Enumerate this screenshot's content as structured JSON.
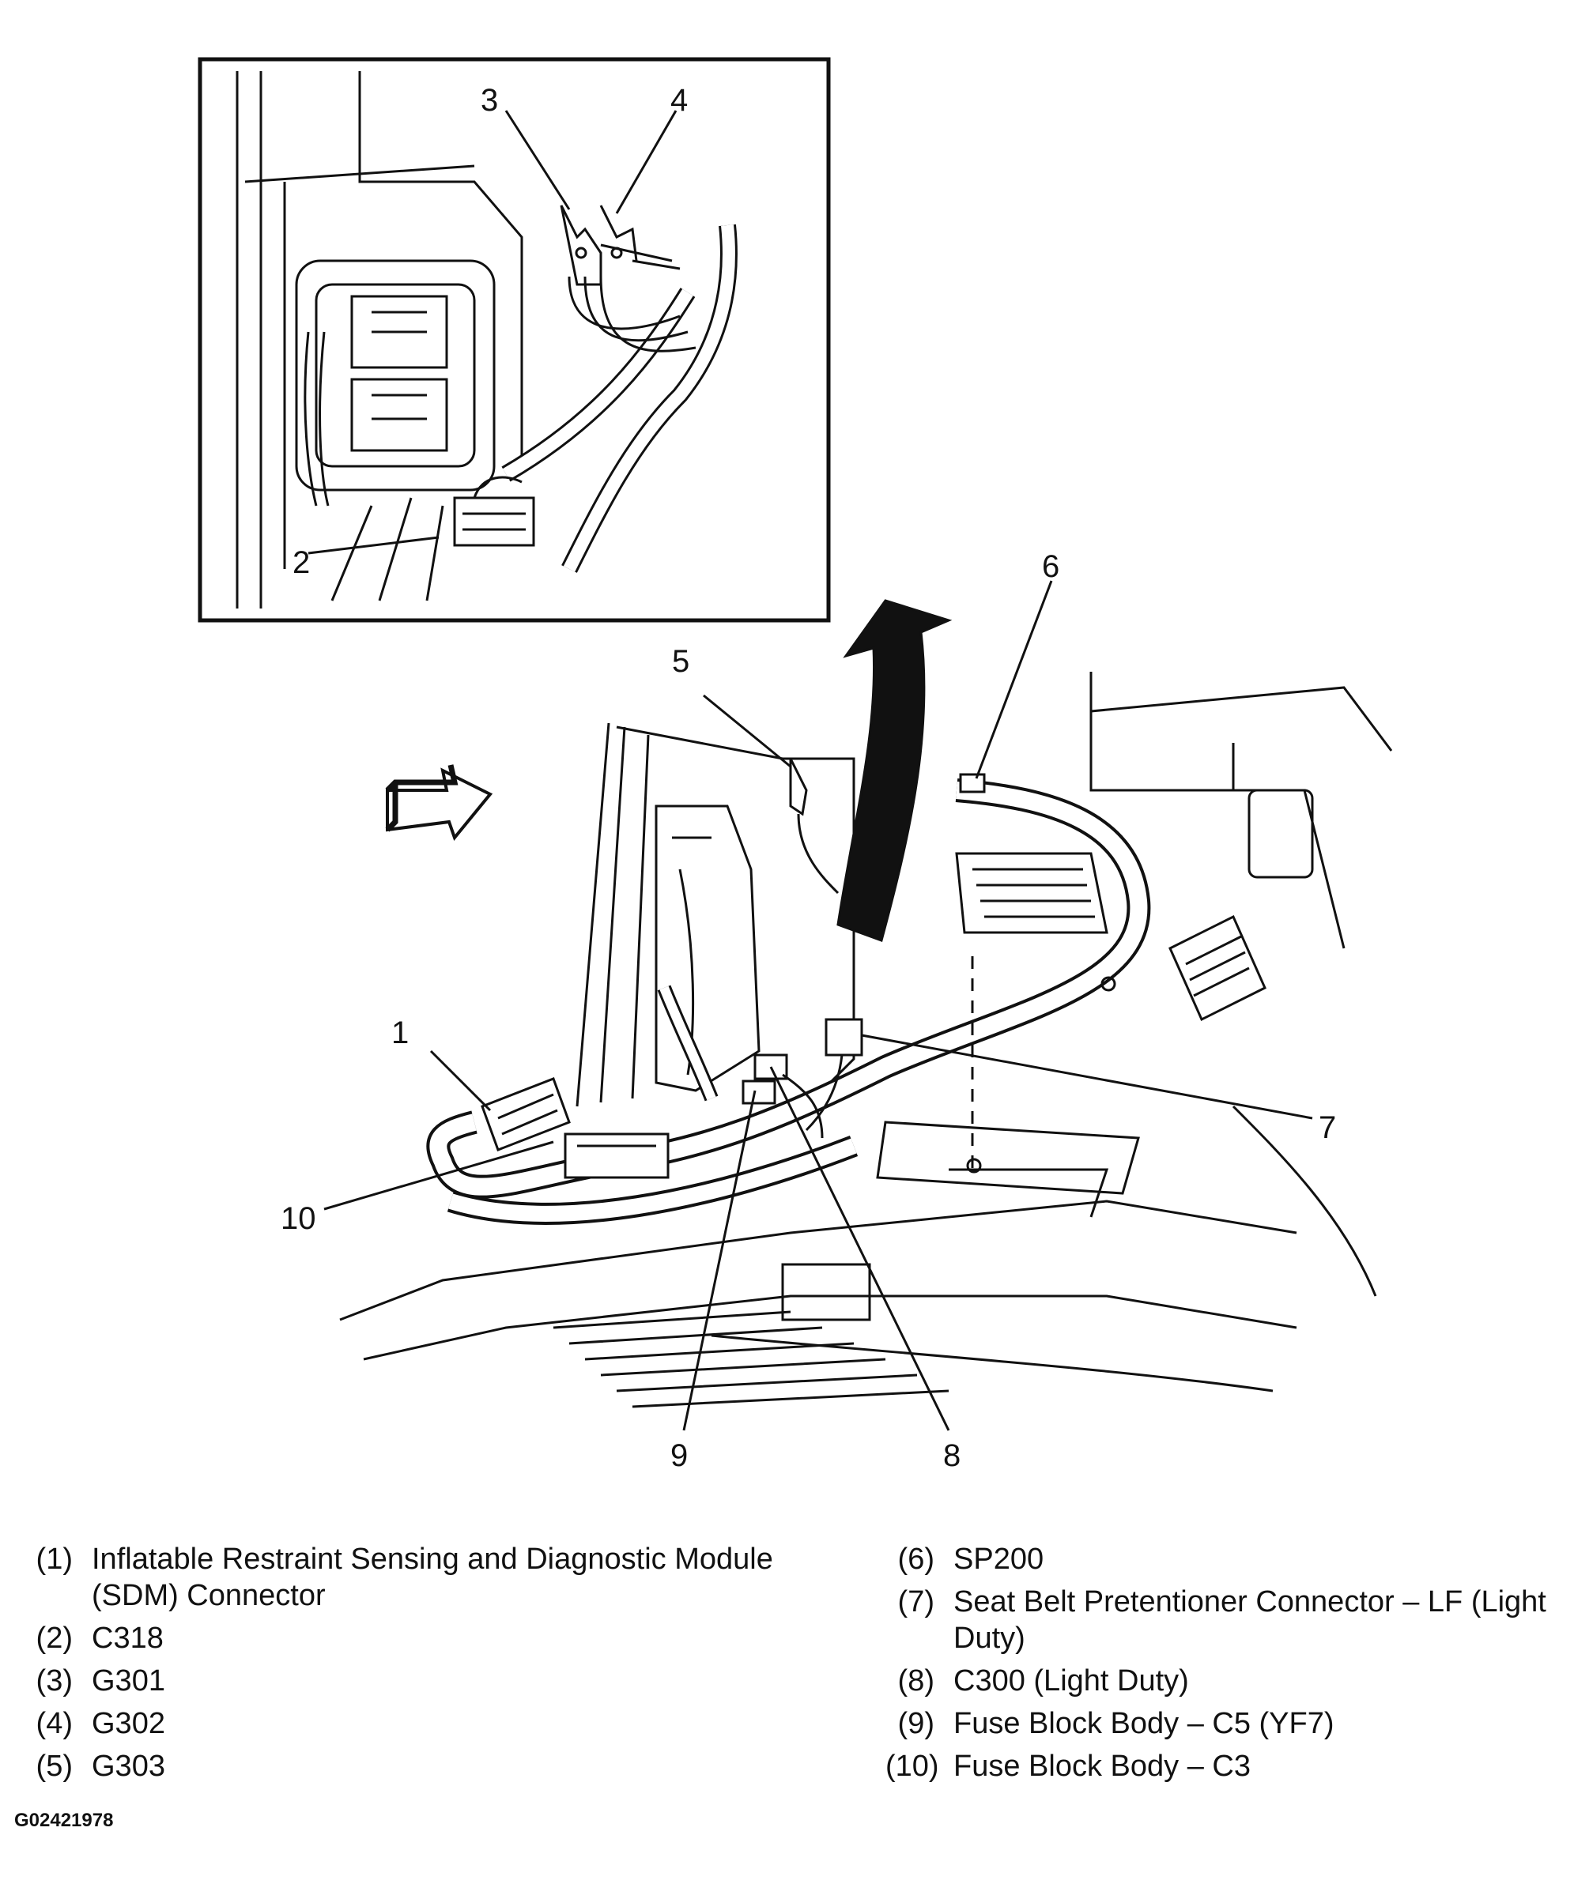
{
  "callouts": [
    "1",
    "2",
    "3",
    "4",
    "5",
    "6",
    "7",
    "8",
    "9",
    "10"
  ],
  "legend": [
    {
      "num": "(1)",
      "text": "Inflatable Restraint Sensing and Diagnostic Module (SDM) Connector"
    },
    {
      "num": "(2)",
      "text": "C318"
    },
    {
      "num": "(3)",
      "text": "G301"
    },
    {
      "num": "(4)",
      "text": "G302"
    },
    {
      "num": "(5)",
      "text": "G303"
    },
    {
      "num": "(6)",
      "text": "SP200"
    },
    {
      "num": "(7)",
      "text": "Seat Belt Pretentioner Connector – LF (Light Duty)"
    },
    {
      "num": "(8)",
      "text": "C300 (Light Duty)"
    },
    {
      "num": "(9)",
      "text": "Fuse Block Body – C5 (YF7)"
    },
    {
      "num": "(10)",
      "text": "Fuse Block Body – C3"
    }
  ],
  "figure_code": "G02421978"
}
